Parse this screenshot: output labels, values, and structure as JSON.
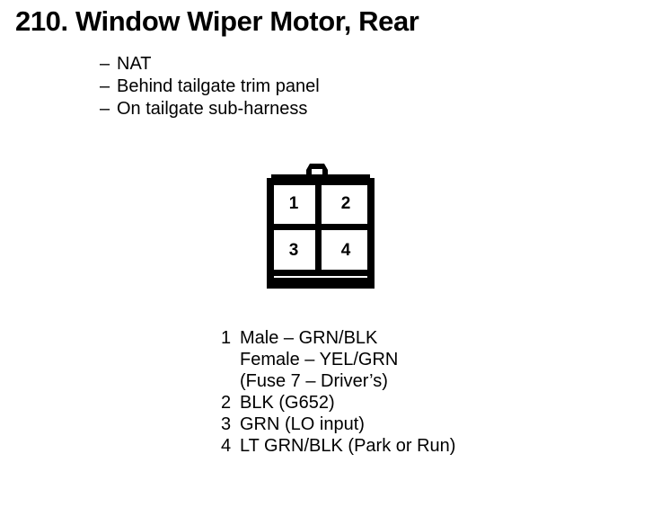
{
  "page": {
    "background_color": "#ffffff",
    "ink_color": "#000000"
  },
  "title": "210. Window Wiper Motor, Rear",
  "notes": {
    "dash": "–",
    "items": [
      "NAT",
      "Behind tailgate trim panel",
      "On tailgate sub-harness"
    ]
  },
  "connector": {
    "shape": "4-pin rectangular connector, 2 columns x 2 rows, locking tab on top",
    "pins": [
      {
        "position": "top-left",
        "label": "1"
      },
      {
        "position": "top-right",
        "label": "2"
      },
      {
        "position": "bottom-left",
        "label": "3"
      },
      {
        "position": "bottom-right",
        "label": "4"
      }
    ]
  },
  "legend": {
    "rows": [
      {
        "number": "1",
        "lines": [
          "Male – GRN/BLK",
          "Female – YEL/GRN",
          "(Fuse 7 – Driver’s)"
        ]
      },
      {
        "number": "2",
        "lines": [
          "BLK (G652)"
        ]
      },
      {
        "number": "3",
        "lines": [
          "GRN (LO input)"
        ]
      },
      {
        "number": "4",
        "lines": [
          "LT GRN/BLK (Park or Run)"
        ]
      }
    ]
  }
}
